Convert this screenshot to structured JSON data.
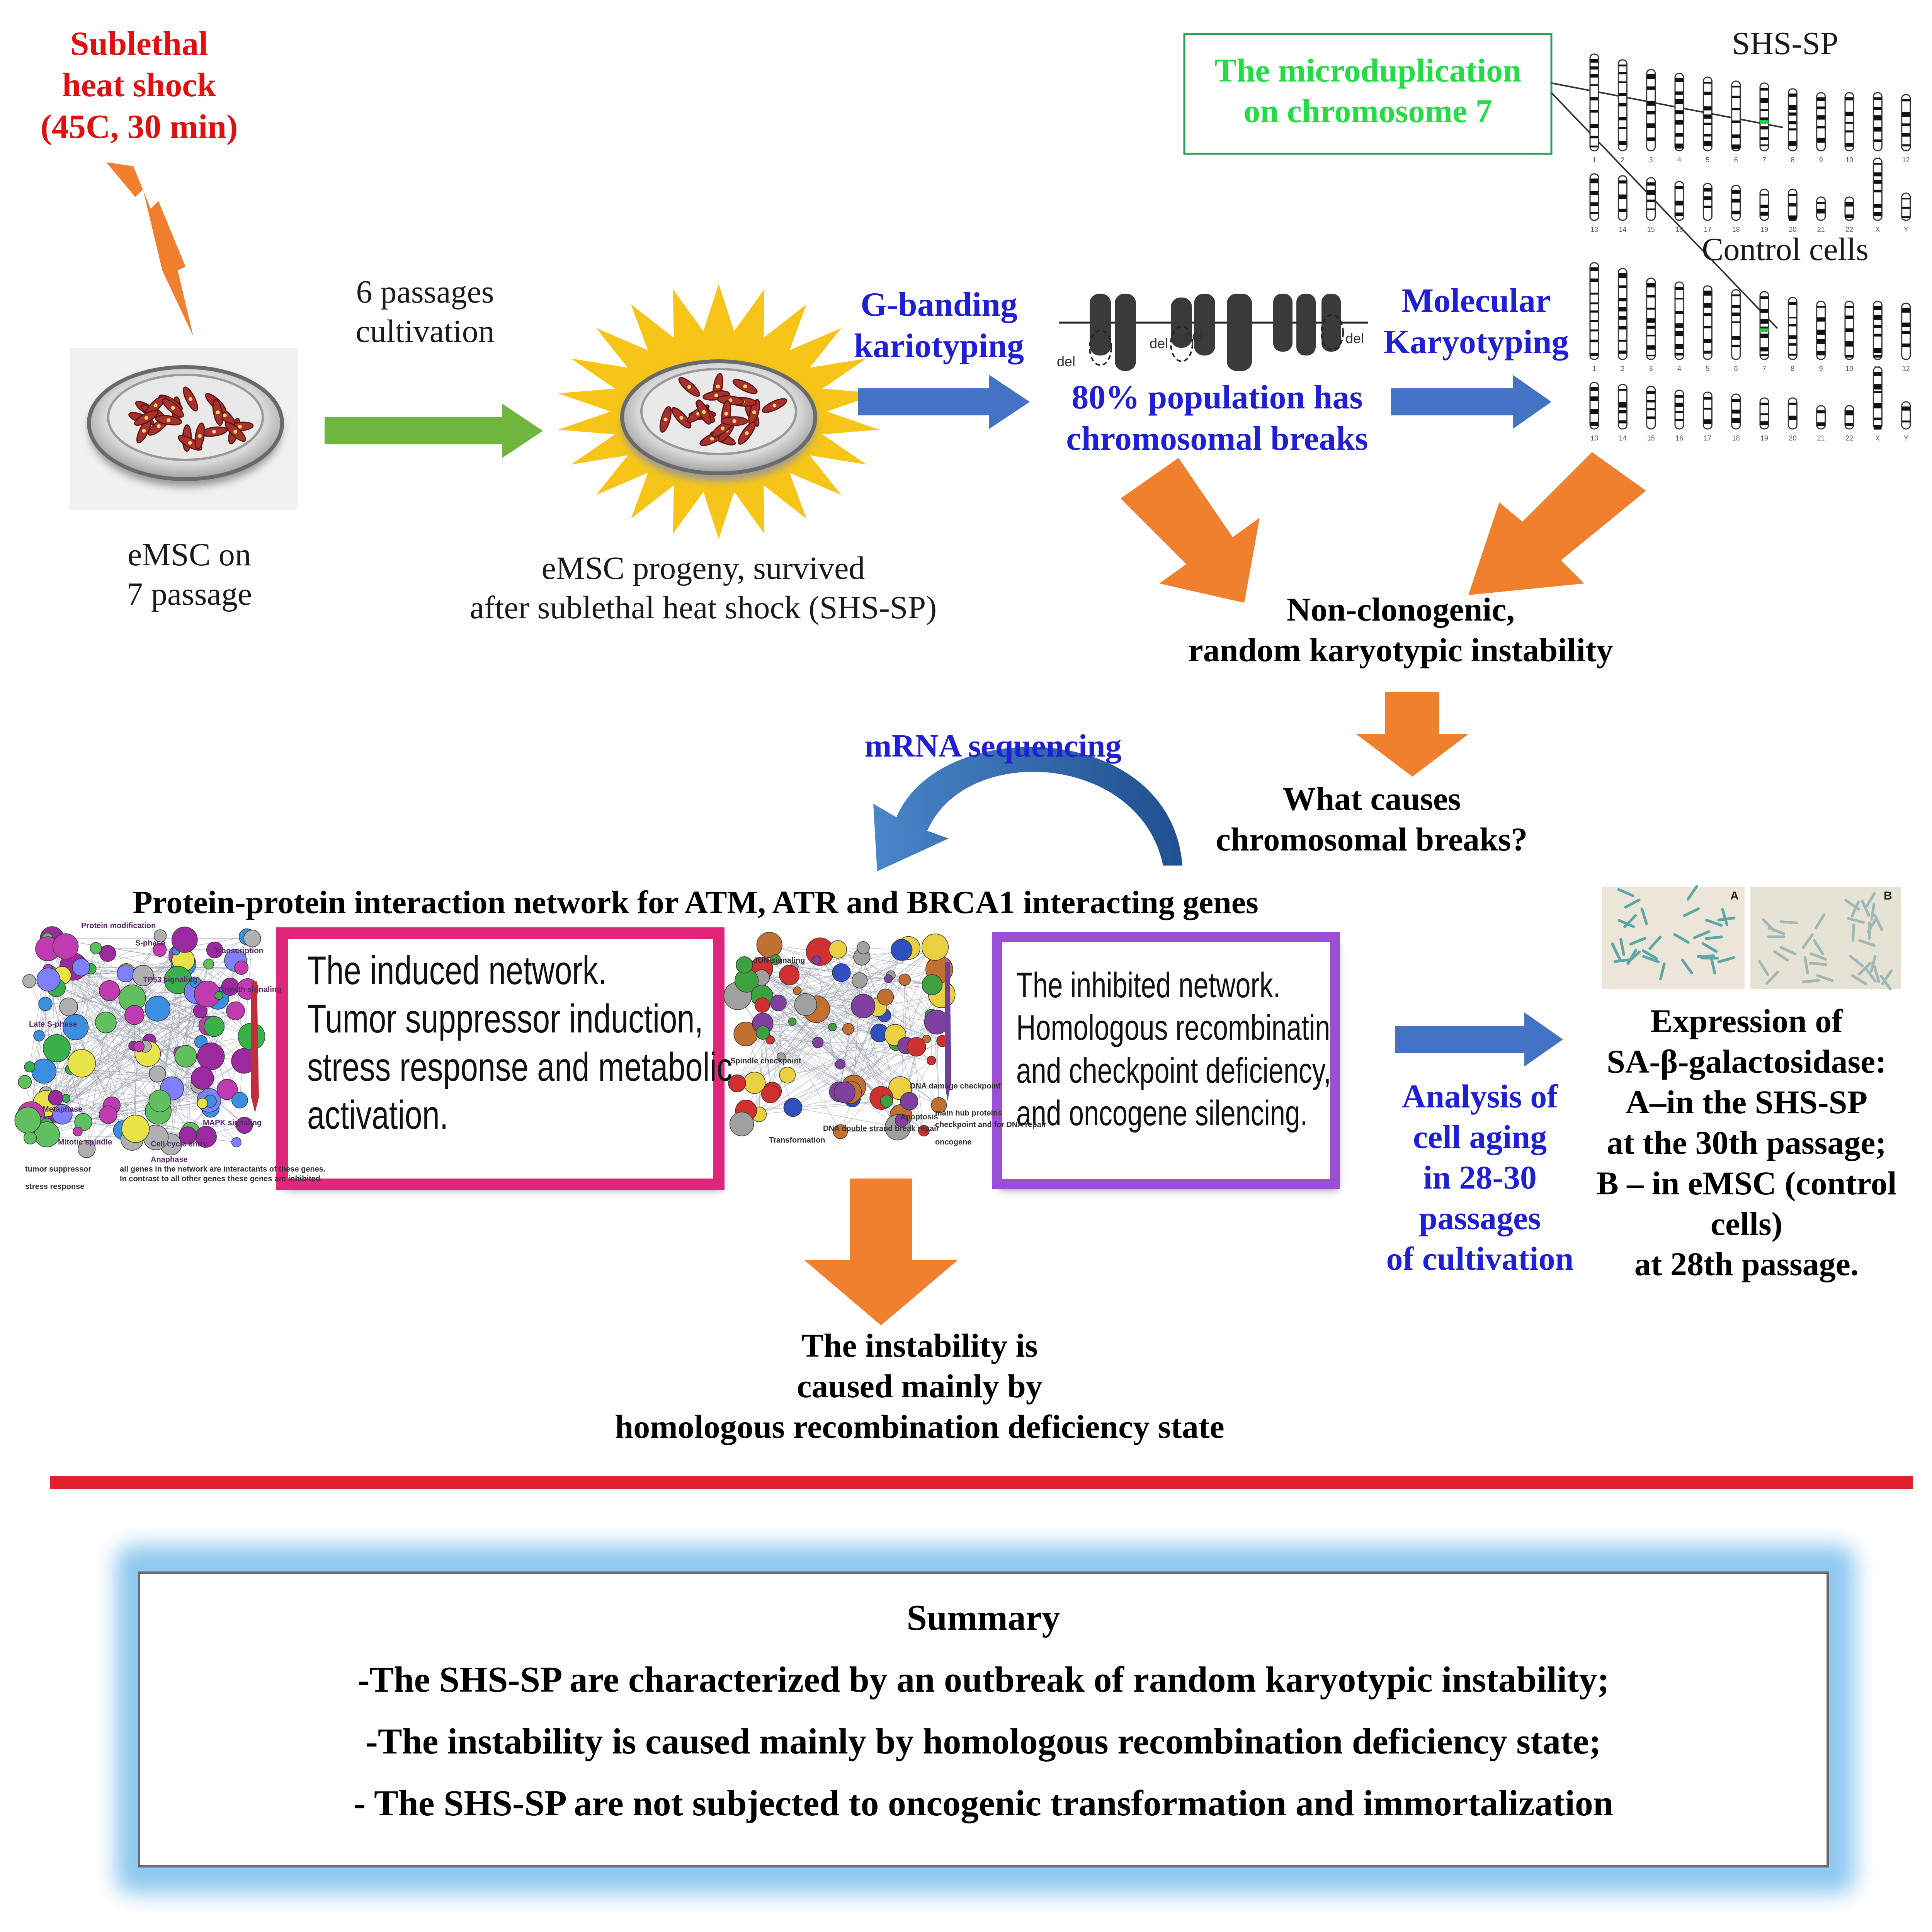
{
  "heat_shock": {
    "lines": [
      "Sublethal",
      "heat shock",
      "(45C, 30 min)"
    ]
  },
  "emsc": {
    "lines": [
      "eMSC on",
      "7 passage"
    ]
  },
  "passages": {
    "lines": [
      "6 passages",
      "cultivation"
    ]
  },
  "progeny": {
    "lines": [
      "eMSC progeny, survived",
      "after sublethal heat shock (SHS-SP)"
    ]
  },
  "gbanding": {
    "lines": [
      "G-banding",
      "kariotyping"
    ]
  },
  "del_labels": [
    "del",
    "del",
    "del",
    "del"
  ],
  "population": {
    "lines": [
      "80% population has",
      "chromosomal  breaks"
    ]
  },
  "molecular": {
    "lines": [
      "Molecular",
      "Karyotyping"
    ]
  },
  "microdup": {
    "lines": [
      "The microduplication",
      "on chromosome 7"
    ]
  },
  "shs_sp_label": "SHS-SP",
  "control_label": "Control cells",
  "karyotype": {
    "row1_numbers": [
      "1",
      "2",
      "3",
      "4",
      "5",
      "6",
      "7",
      "8",
      "9",
      "10",
      "11",
      "12"
    ],
    "row2_numbers": [
      "13",
      "14",
      "15",
      "16",
      "17",
      "18",
      "19",
      "20",
      "21",
      "22",
      "X",
      "Y"
    ]
  },
  "nonclonogenic": {
    "lines": [
      "Non-clonogenic,",
      "random karyotypic instability"
    ]
  },
  "mrna": "mRNA sequencing",
  "causes": {
    "lines": [
      "What causes",
      "chromosomal breaks?"
    ]
  },
  "ppi_title": "Protein-protein interaction network for ATM, ATR and BRCA1 interacting genes",
  "network1_labels": [
    "Protein modification",
    "S-phase",
    "Transcription",
    "Growth signaling",
    "TP53 signaling",
    "Late S-phase",
    "Metaphase",
    "Mitotic spindle",
    "Cell cycle entry",
    "MAPK signaling",
    "Anaphase"
  ],
  "network1_legend": [
    "tumor suppressor",
    "stress response",
    "all genes in the network are interactants of these genes.",
    "In contrast to all other genes these genes are inhibited."
  ],
  "induced": {
    "lines": [
      "The induced network.",
      "Tumor suppressor induction,",
      "stress response and metabolic",
      "activation."
    ]
  },
  "network2_labels": [
    "JUN signaling",
    "Spindle checkpoint",
    "DNA damage checkpoint",
    "Apoptosis",
    "Transformation",
    "DNA double strand break repair"
  ],
  "network2_legend": [
    "main hub proteins",
    "checkpoint and for DNA repair",
    "oncogene"
  ],
  "inhibited": {
    "lines": [
      "The inhibited network.",
      "Homologous recombinatin",
      "and checkpoint deficiency,",
      "and oncogene silencing."
    ]
  },
  "aging": {
    "lines": [
      "Analysis of",
      "cell aging",
      "in 28-30",
      "passages",
      "of cultivation"
    ]
  },
  "photo_labels": [
    "A",
    "B"
  ],
  "expression": {
    "lines": [
      "Expression of",
      "SA-β-galactosidase:",
      "A–in the SHS-SP",
      "at the 30th passage;",
      "B – in eMSC (control",
      "cells)",
      "at 28th passage."
    ]
  },
  "instability": {
    "lines": [
      "The instability",
      "is",
      "caused mainly by",
      "homologous recombination deficiency state"
    ]
  },
  "summary": {
    "title": "Summary",
    "lines": [
      "-The SHS-SP are characterized by an outbreak of random karyotypic instability;",
      "-The instability is caused mainly by homologous recombination deficiency state;",
      "- The SHS-SP are not subjected to oncogenic transformation and immortalization"
    ]
  },
  "colors": {
    "orange": "#f07f2e",
    "green_arrow": "#6fb53e",
    "blue_arrow": "#4472c4",
    "red_title": "#e01010",
    "blue_text": "#1f1fd6",
    "green_text": "#22dd44",
    "red_rule": "#e0202a",
    "pink_frame": "#e0257a",
    "purple_frame": "#9b4fd4",
    "sun": "#f6c518",
    "summary_glow": "#8ec8f0"
  }
}
